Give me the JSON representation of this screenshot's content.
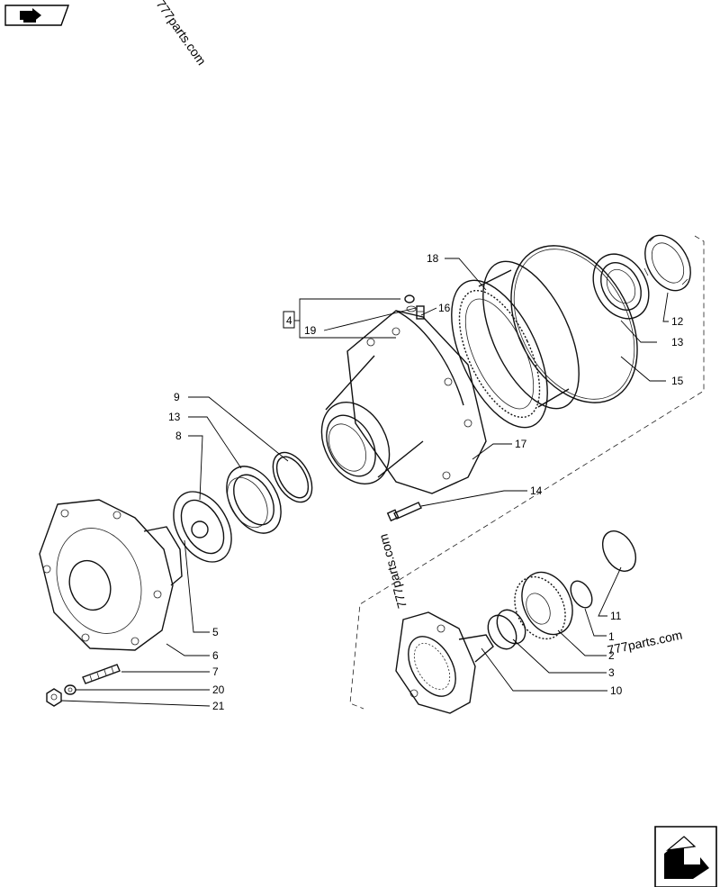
{
  "watermarks": [
    "777parts.com",
    "777parts.com",
    "777parts.com"
  ],
  "group_label": "4",
  "callouts": [
    {
      "id": "18",
      "text": "18"
    },
    {
      "id": "16",
      "text": "16"
    },
    {
      "id": "19",
      "text": "19"
    },
    {
      "id": "12",
      "text": "12"
    },
    {
      "id": "13a",
      "text": "13"
    },
    {
      "id": "15",
      "text": "15"
    },
    {
      "id": "9",
      "text": "9"
    },
    {
      "id": "13b",
      "text": "13"
    },
    {
      "id": "8",
      "text": "8"
    },
    {
      "id": "17",
      "text": "17"
    },
    {
      "id": "14",
      "text": "14"
    },
    {
      "id": "5",
      "text": "5"
    },
    {
      "id": "6",
      "text": "6"
    },
    {
      "id": "7",
      "text": "7"
    },
    {
      "id": "20",
      "text": "20"
    },
    {
      "id": "21",
      "text": "21"
    },
    {
      "id": "11",
      "text": "11"
    },
    {
      "id": "1",
      "text": "1"
    },
    {
      "id": "2",
      "text": "2"
    },
    {
      "id": "3",
      "text": "3"
    },
    {
      "id": "10",
      "text": "10"
    }
  ],
  "icons": {
    "top_left": "previous-page-icon",
    "bottom_right": "next-page-icon"
  }
}
